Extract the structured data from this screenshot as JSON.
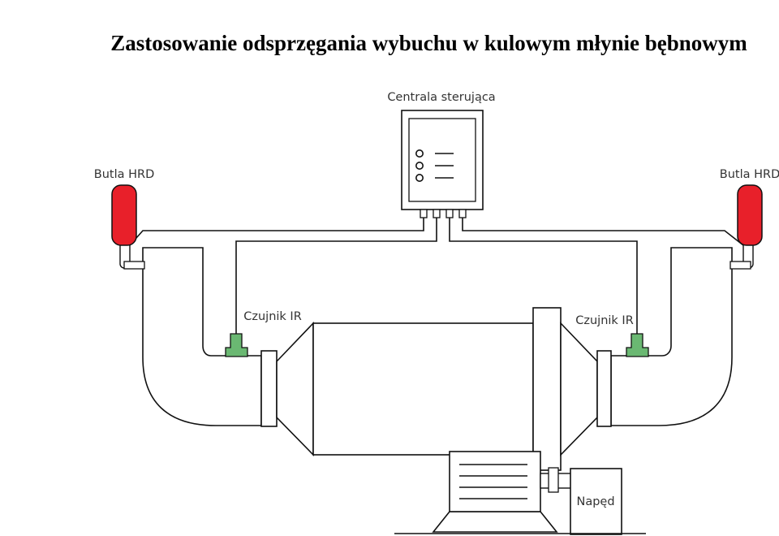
{
  "title": "Zastosowanie odsprzęgania wybuchu w kulowym młynie bębnowym",
  "labels": {
    "control_unit": "Centrala sterująca",
    "hrd_left": "Butla HRD",
    "hrd_right": "Butla HRD",
    "ir_left": "Czujnik IR",
    "ir_right": "Czujnik IR",
    "drive": "Napęd"
  },
  "colors": {
    "hrd_bottle": "#e8202a",
    "ir_sensor": "#6ab872",
    "line": "#111111"
  }
}
